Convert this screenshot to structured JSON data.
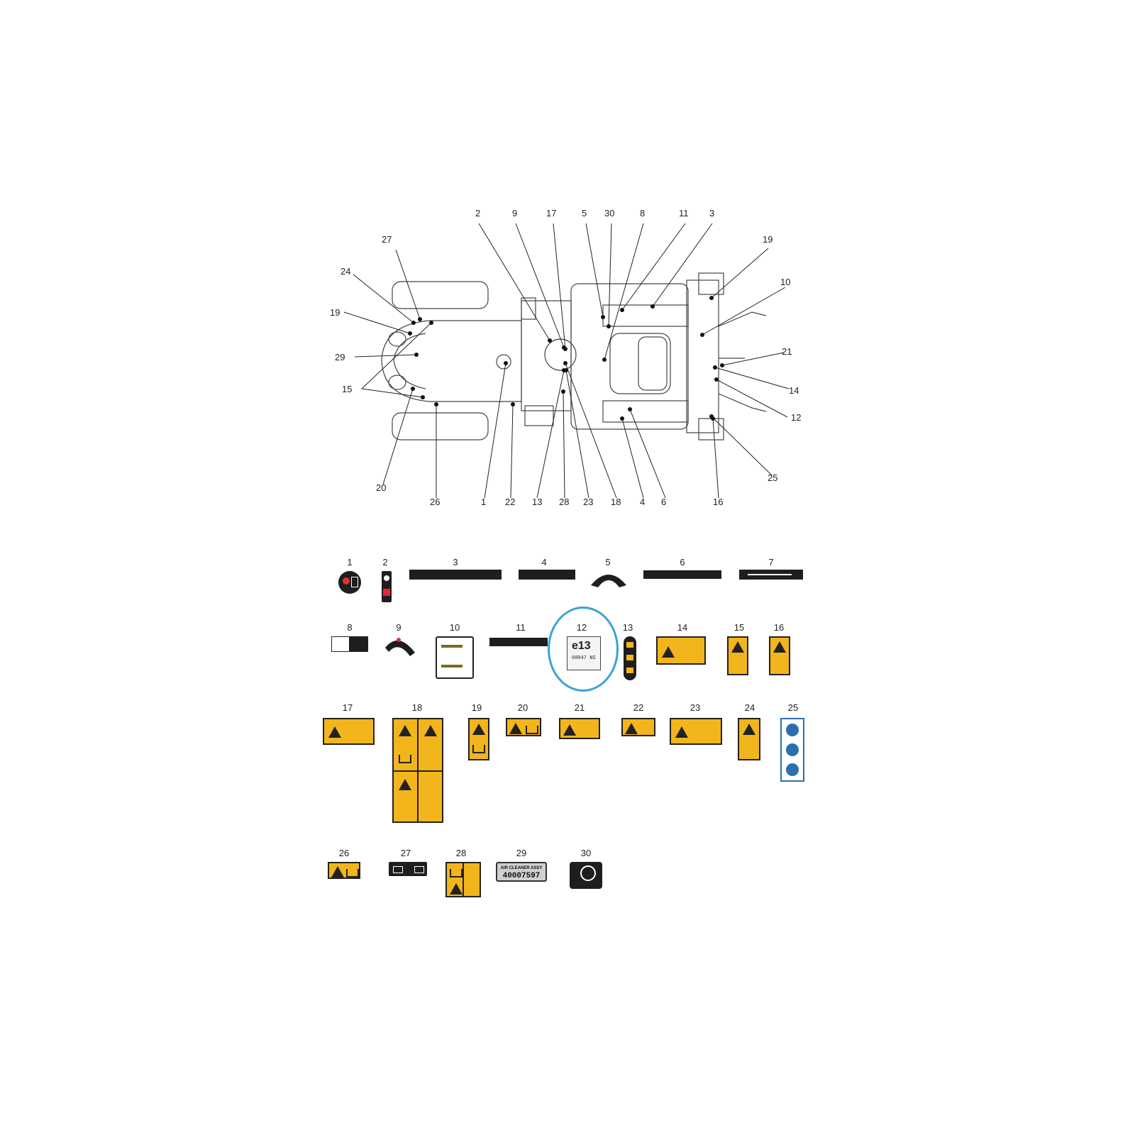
{
  "diagram": {
    "callouts": [
      "2",
      "9",
      "17",
      "5",
      "30",
      "8",
      "11",
      "3",
      "27",
      "19",
      "24",
      "10",
      "19",
      "29",
      "21",
      "14",
      "15",
      "12",
      "25",
      "20",
      "26",
      "1",
      "22",
      "13",
      "28",
      "23",
      "18",
      "4",
      "6",
      "16"
    ],
    "decal_numbers": [
      "1",
      "2",
      "3",
      "4",
      "5",
      "6",
      "7",
      "8",
      "9",
      "10",
      "11",
      "12",
      "13",
      "14",
      "15",
      "16",
      "17",
      "18",
      "19",
      "20",
      "21",
      "22",
      "23",
      "24",
      "25",
      "26",
      "27",
      "28",
      "29",
      "30"
    ],
    "decal_29_title": "AIR CLEANER ASSY",
    "decal_29_code": "40007597",
    "decal_12_code": "00047 NS",
    "decal_12_mark": "e13",
    "highlighted_decal": "12",
    "colors": {
      "warning_yellow": "#f2b51c",
      "highlight_blue": "#3ba3d8",
      "line": "#222222"
    }
  }
}
